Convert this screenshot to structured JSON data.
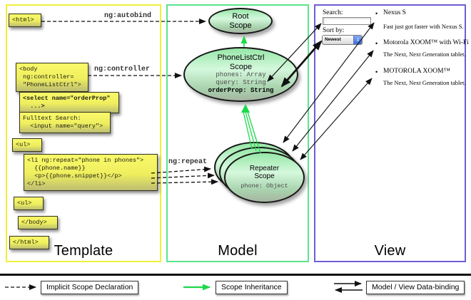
{
  "panels": {
    "template": "Template",
    "model": "Model",
    "view": "View"
  },
  "arrow_labels": {
    "autobind": "ng:autobind",
    "controller": "ng:controller",
    "repeat": "ng:repeat"
  },
  "template_code": [
    {
      "text": "<html>"
    },
    {
      "text": "<body\n ng:controller=\n \"PhoneListCtrl\">"
    },
    {
      "text": "<select name=\"orderProp\"\n  ...>"
    },
    {
      "text": "Fulltext Search:\n  <input name=\"query\">"
    },
    {
      "text": "<ul>"
    },
    {
      "text": "<li ng:repeat=\"phone in phones\">\n  {{phone.name}}\n  <p>{{phone.snippet}}</p>\n</li>"
    },
    {
      "text": "<ul>"
    },
    {
      "text": "</body>"
    },
    {
      "text": "</html>"
    }
  ],
  "scopes": {
    "root": {
      "title": "Root\nScope"
    },
    "phone_list_ctrl": {
      "title": "PhoneListCtrl\nScope",
      "prop1": "phones: Array",
      "prop2": "query: String",
      "prop3": "orderProp: String"
    },
    "repeater": {
      "title": "Repeater\nScope",
      "prop": "phone: Object"
    }
  },
  "view": {
    "search_label": "Search:",
    "search_value": "",
    "sort_label": "Sort by:",
    "sort_value": "Newest",
    "items": [
      {
        "bullet": "•",
        "title": "Nexus S",
        "desc": "Fast just got faster with Nexus S."
      },
      {
        "bullet": "•",
        "title": "Motorola XOOM™ with Wi-Fi",
        "desc": "The Next, Next Generation tablet."
      },
      {
        "bullet": "•",
        "title": "MOTOROLA XOOM™",
        "desc": "The Next, Next Generation tablet."
      }
    ]
  },
  "legend": [
    {
      "label": "Implicit Scope Declaration"
    },
    {
      "label": "Scope Inheritance"
    },
    {
      "label": "Model / View Data-binding"
    }
  ],
  "icons": {
    "dropdown_stepper_up": "▲",
    "dropdown_stepper_down": "▼"
  },
  "colors": {
    "template_border": "#f2ef3c",
    "model_border": "#5ce48e",
    "view_border": "#6e5fd3",
    "scope_fill": "#9fe8af",
    "inheritance_arrow": "#1dd94a",
    "code_box": "#f4f45e"
  }
}
